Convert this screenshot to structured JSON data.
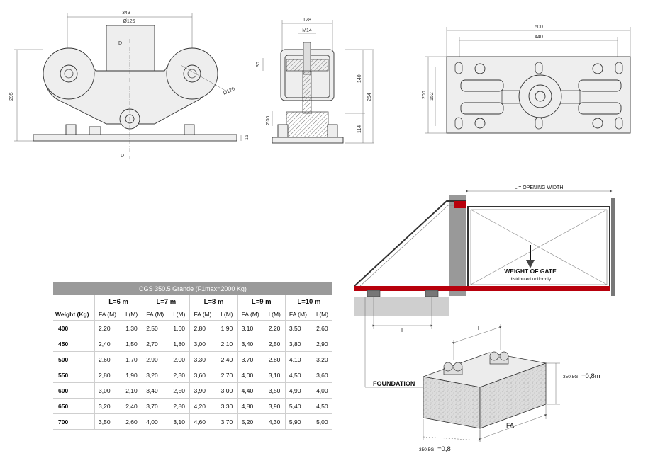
{
  "front_view": {
    "dims": {
      "width": "343",
      "wheel_dia": "Ø126",
      "height": "295",
      "base": "15",
      "d_top": "D",
      "d_bottom": "D",
      "wheel_dia_2": "Ø126"
    }
  },
  "side_view": {
    "dims": {
      "width": "128",
      "bolt": "M14",
      "d30": "30",
      "d140": "140",
      "d254": "254",
      "d114": "114",
      "d30b": "Ø30"
    }
  },
  "top_view": {
    "dims": {
      "w500": "500",
      "w440": "440",
      "h200": "200",
      "h152": "152"
    }
  },
  "gate": {
    "opening_label": "L = OPENING WIDTH",
    "weight_title": "WEIGHT OF GATE",
    "weight_sub": "distributed uniformly",
    "l_label": "l"
  },
  "foundation": {
    "label": "FOUNDATION",
    "l_label": "l",
    "fa_label": "FA",
    "depth_code": "350.5G",
    "depth_value": "=0,8m",
    "width_code": "350.5G",
    "width_value": "=0,8"
  },
  "table": {
    "title": "CGS 350.5 Grande (F1max=2000 Kg)",
    "lengths": [
      "L=6 m",
      "L=7 m",
      "L=8 m",
      "L=9 m",
      "L=10 m"
    ],
    "weight_header": "Weight (Kg)",
    "fa_header": "FA (M)",
    "l_header": "l (M)",
    "rows": [
      {
        "w": "400",
        "v": [
          "2,20",
          "1,30",
          "2,50",
          "1,60",
          "2,80",
          "1,90",
          "3,10",
          "2,20",
          "3,50",
          "2,60"
        ]
      },
      {
        "w": "450",
        "v": [
          "2,40",
          "1,50",
          "2,70",
          "1,80",
          "3,00",
          "2,10",
          "3,40",
          "2,50",
          "3,80",
          "2,90"
        ]
      },
      {
        "w": "500",
        "v": [
          "2,60",
          "1,70",
          "2,90",
          "2,00",
          "3,30",
          "2,40",
          "3,70",
          "2,80",
          "4,10",
          "3,20"
        ]
      },
      {
        "w": "550",
        "v": [
          "2,80",
          "1,90",
          "3,20",
          "2,30",
          "3,60",
          "2,70",
          "4,00",
          "3,10",
          "4,50",
          "3,60"
        ]
      },
      {
        "w": "600",
        "v": [
          "3,00",
          "2,10",
          "3,40",
          "2,50",
          "3,90",
          "3,00",
          "4,40",
          "3,50",
          "4,90",
          "4,00"
        ]
      },
      {
        "w": "650",
        "v": [
          "3,20",
          "2,40",
          "3,70",
          "2,80",
          "4,20",
          "3,30",
          "4,80",
          "3,90",
          "5,40",
          "4,50"
        ]
      },
      {
        "w": "700",
        "v": [
          "3,50",
          "2,60",
          "4,00",
          "3,10",
          "4,60",
          "3,70",
          "5,20",
          "4,30",
          "5,90",
          "5,00"
        ]
      }
    ]
  },
  "colors": {
    "rail": "#b8000c",
    "wall": "#999999",
    "table_header": "#9a9a9a"
  }
}
